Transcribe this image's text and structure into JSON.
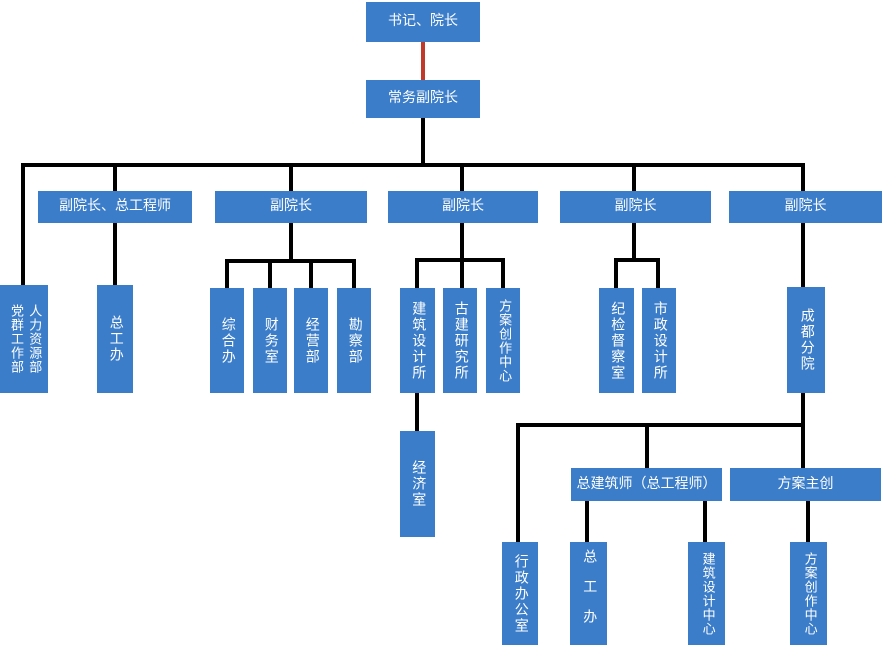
{
  "org_chart": {
    "root": "书记、院长",
    "exec": "常务副院长",
    "level2": {
      "vp_chief_engineer": "副院长、总工程师",
      "vp1": "副院长",
      "vp2": "副院长",
      "vp3": "副院长",
      "vp4": "副院长"
    },
    "departments": {
      "party_mass_dept": "党群工作部",
      "hr_dept": "人力资源部",
      "chief_engineer_office": "总工办",
      "general_office": "综合办",
      "finance_office": "财务室",
      "business_dept": "经营部",
      "survey_dept": "勘察部",
      "architectural_design_institute": "建筑设计所",
      "ancient_building_research_institute": "古建研究所",
      "scheme_creation_center": "方案创作中心",
      "discipline_inspection_office": "纪检督察室",
      "municipal_design_institute": "市政设计所",
      "chengdu_branch": "成都分院",
      "economy_office": "经济室"
    },
    "chengdu": {
      "chief_architect": "总建筑师（总工程师）",
      "scheme_lead": "方案主创",
      "admin_office": "行政办公室",
      "chief_engineer_office": "总工办",
      "architectural_design_center": "建筑设计中心",
      "scheme_creation_center": "方案创作中心"
    },
    "colors": {
      "box_fill": "#3B7DC9",
      "box_text": "#FFFFFF",
      "connector": "#000000",
      "highlight_connector": "#C0392B",
      "background": "#FFFFFF"
    }
  }
}
